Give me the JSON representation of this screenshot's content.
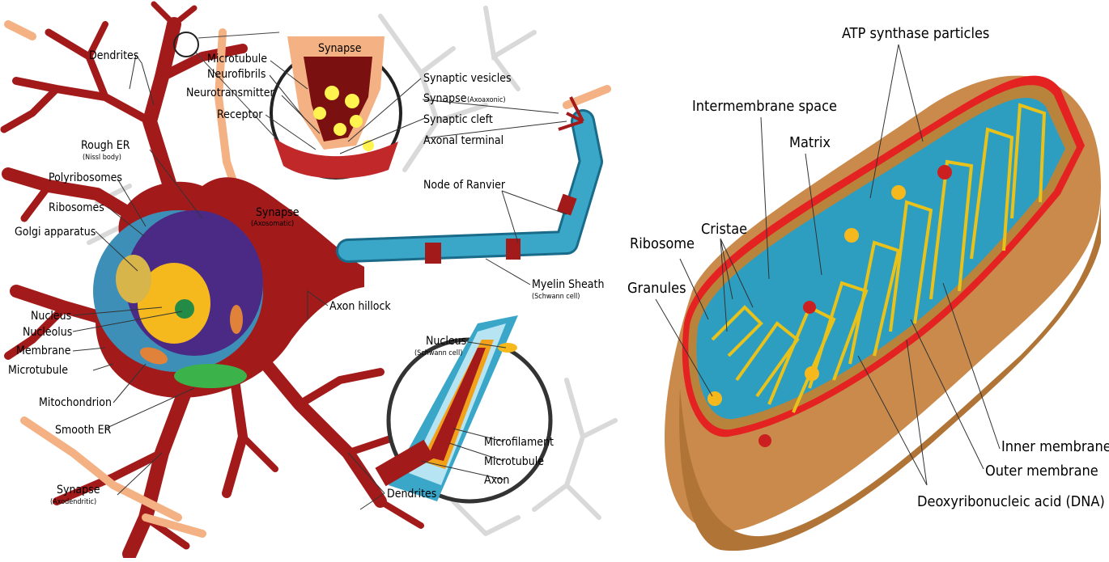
{
  "neuron": {
    "labels": {
      "dendrites_top": "Dendrites",
      "rough_er": "Rough ER",
      "rough_er_sub": "(Nissl body)",
      "polyribosomes": "Polyribosomes",
      "ribosomes": "Ribosomes",
      "golgi": "Golgi apparatus",
      "nucleus": "Nucleus",
      "nucleolus": "Nucleolus",
      "membrane": "Membrane",
      "microtubule": "Microtubule",
      "mitochondrion": "Mitochondrion",
      "smooth_er": "Smooth ER",
      "synapse_axodendritic": "Synapse",
      "synapse_axodendritic_sub": "(Axodendritic)",
      "microtubule_top": "Microtubule",
      "neurofibrils": "Neurofibrils",
      "neurotransmitter": "Neurotransmitter",
      "receptor": "Receptor",
      "synapse_zoom": "Synapse",
      "synaptic_vesicles": "Synaptic vesicles",
      "synapse_axoaxonic": "Synapse",
      "synapse_axoaxonic_sub": "(Axoaxonic)",
      "synaptic_cleft": "Synaptic cleft",
      "axonal_terminal": "Axonal terminal",
      "node_of_ranvier": "Node of Ranvier",
      "synapse_axosomatic": "Synapse",
      "synapse_axosomatic_sub": "(Axosomatic)",
      "myelin_sheath": "Myelin Sheath",
      "myelin_sheath_sub": "(Schwann cell)",
      "axon_hillock": "Axon hillock",
      "nucleus_schwann": "Nucleus",
      "nucleus_schwann_sub": "(Schwann cell)",
      "microfilament": "Microfilament",
      "microtubule_axon": "Microtubule",
      "axon": "Axon",
      "dendrites_bottom": "Dendrites"
    }
  },
  "mitochondrion": {
    "labels": {
      "atp_synthase": "ATP synthase particles",
      "intermembrane_space": "Intermembrane space",
      "matrix": "Matrix",
      "ribosome": "Ribosome",
      "cristae": "Cristae",
      "granules": "Granules",
      "inner_membrane": "Inner membrane",
      "outer_membrane": "Outer membrane",
      "dna": "Deoxyribonucleic acid (DNA)"
    }
  },
  "colors": {
    "cell_red": "#a31a1a",
    "dendrite_orange": "#f4b183",
    "axon_blue": "#3aa6c8",
    "nucleus_purple": "#4b2a86",
    "mito_tan": "#c98a4b",
    "mito_blue": "#2e9ec0",
    "mito_outer_red": "#e52222"
  }
}
